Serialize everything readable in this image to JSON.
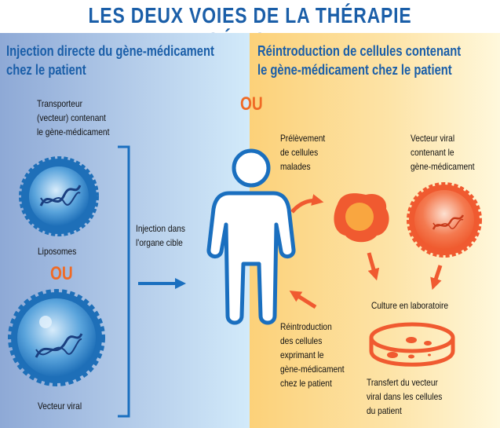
{
  "title": "LES DEUX VOIES DE LA THÉRAPIE GÉNIQUE",
  "left": {
    "heading": [
      "Injection directe du gène-médicament",
      "chez le patient"
    ],
    "transporter": [
      "Transporteur",
      "(vecteur) contenant",
      "le gène-médicament"
    ],
    "liposomes": "Liposomes",
    "or": "OU",
    "viral_vector": "Vecteur viral",
    "injection": [
      "Injection dans",
      "l'organe cible"
    ]
  },
  "center_or": "OU",
  "right": {
    "heading": [
      "Réintroduction de cellules contenant",
      "le gène-médicament chez le patient"
    ],
    "sampling": [
      "Prélèvement",
      "de cellules",
      "malades"
    ],
    "vector": [
      "Vecteur viral",
      "contenant le",
      "gène-médicament"
    ],
    "culture": "Culture en laboratoire",
    "reintroduction": [
      "Réintroduction",
      "des cellules",
      "exprimant le",
      "gène-médicament",
      "chez le patient"
    ],
    "transfer": [
      "Transfert du vecteur",
      "viral dans les cellules",
      "du patient"
    ]
  },
  "colors": {
    "blue": "#1a5ea8",
    "orange": "#f06a25",
    "cell_orange": "#f05a30"
  }
}
